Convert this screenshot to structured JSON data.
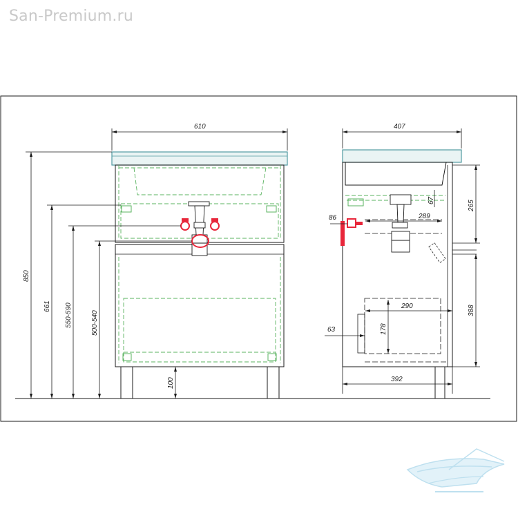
{
  "site": {
    "label": "San-Premium.ru"
  },
  "colors": {
    "line": "#1a1a1a",
    "hidden": "#59b35f",
    "basin_top": "#4f9aa0",
    "valve": "#e8263a",
    "watermark": "#a9d6ea"
  },
  "front_view": {
    "dims": {
      "width": "610",
      "height_total": "850",
      "height_661": "661",
      "height_550_590": "550-590",
      "height_500_540": "500-540",
      "leg_height": "100"
    }
  },
  "side_view": {
    "dims": {
      "depth_top": "407",
      "depth_bottom": "392",
      "h_265": "265",
      "h_388": "388",
      "d_289": "289",
      "d_86": "86",
      "d_67": "67",
      "d_290": "290",
      "d_178": "178",
      "d_63": "63"
    }
  },
  "watermark": {
    "icon": "bathtub-logo-icon"
  }
}
